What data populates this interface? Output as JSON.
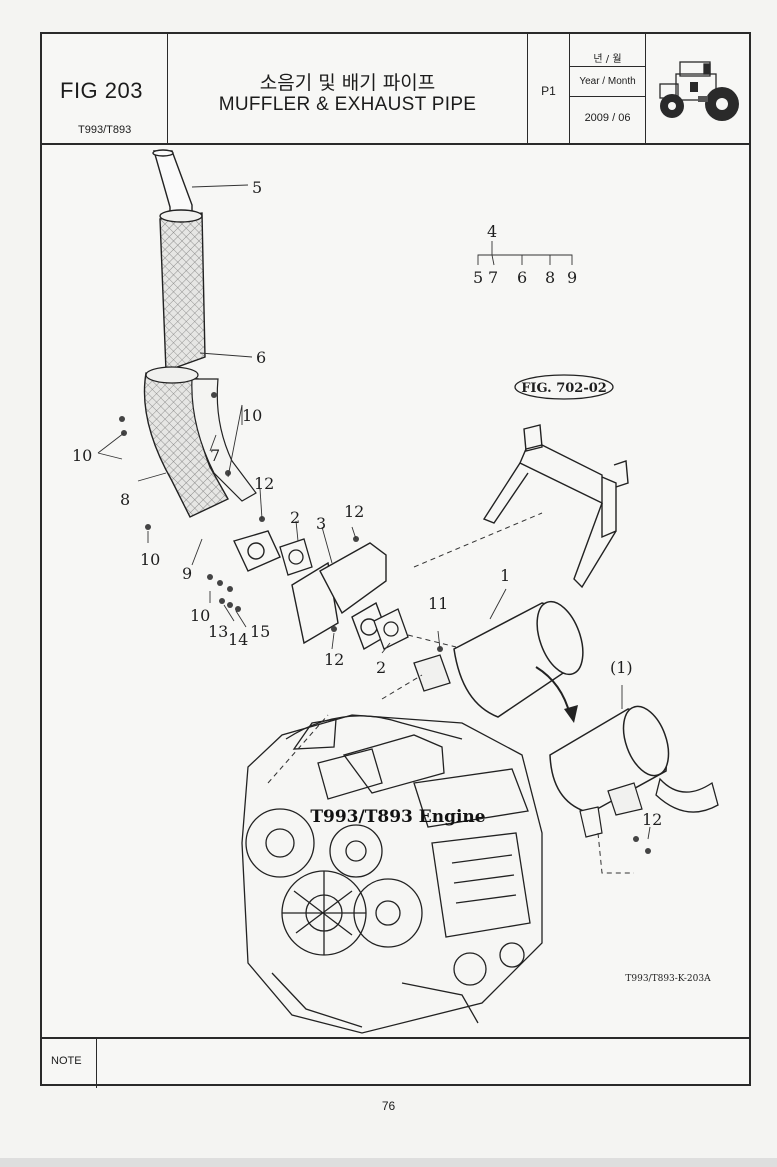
{
  "header": {
    "fig_label": "FIG 203",
    "model": "T993/T893",
    "title_ko": "소음기 및 배기 파이프",
    "title_en": "MUFFLER & EXHAUST PIPE",
    "page": "P1",
    "year_month_ko": "년 / 월",
    "year_month_en": "Year / Month",
    "date": "2009 / 06"
  },
  "drawing": {
    "callouts": [
      "5",
      "6",
      "10",
      "10",
      "7",
      "8",
      "12",
      "2",
      "3",
      "12",
      "10",
      "9",
      "10",
      "13",
      "14",
      "15",
      "12",
      "2",
      "11",
      "1",
      "(1)",
      "12"
    ],
    "group": {
      "parent": "4",
      "children": [
        "5",
        "6",
        "7",
        "8",
        "9"
      ]
    },
    "fig_ref": "FIG. 702-02",
    "engine_label": "T993/T893 Engine",
    "drawing_code": "T993/T893-K-203A"
  },
  "note_label": "NOTE",
  "page_number": "76"
}
